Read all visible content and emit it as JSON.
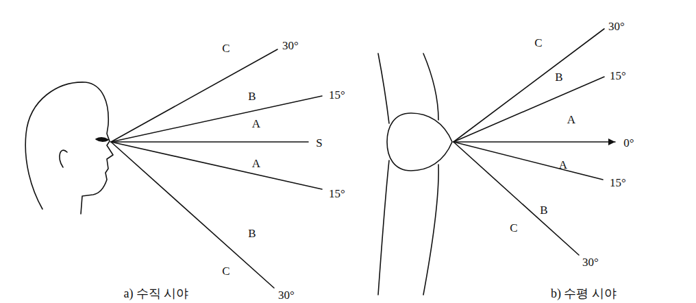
{
  "diagram": {
    "labels": [
      "C",
      "30°",
      "B",
      "15°",
      "A",
      "S",
      "A",
      "15°",
      "B",
      "C",
      "30°",
      "30°",
      "C",
      "B",
      "15°",
      "A",
      "0°",
      "A",
      "15°",
      "B",
      "C",
      "30°",
      "a) 수직 시야",
      "b) 수평 시야"
    ]
  }
}
